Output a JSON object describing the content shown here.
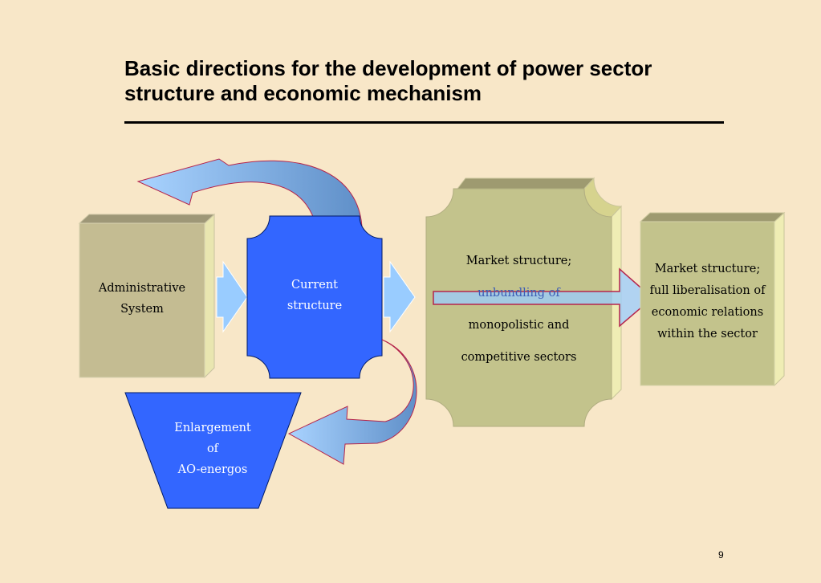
{
  "title": {
    "line1": "Basic directions for the development of power sector",
    "line2": "structure and economic mechanism"
  },
  "boxes": {
    "administrative": {
      "line1": "Administrative",
      "line2": "System"
    },
    "current": {
      "line1": "Current",
      "line2": "structure"
    },
    "enlargement": {
      "line1": "Enlargement",
      "line2": "of",
      "line3": "AO-energos"
    },
    "market_unbundling": {
      "line1": "Market structure;",
      "line2": "unbundling of",
      "line3": "monopolistic and",
      "line4": "competitive sectors"
    },
    "market_liberalisation": {
      "line1": "Market structure;",
      "line2": "full liberalisation of",
      "line3": "economic relations",
      "line4": "within the sector"
    }
  },
  "colors": {
    "background": "#f8e7c8",
    "khaki_box": "#c4bc92",
    "olive_box": "#c3c38c",
    "blue_box": "#3366ff",
    "arrow_fill": "#99ccff",
    "arrow_outline": "#b5254b"
  },
  "page_number": "9"
}
